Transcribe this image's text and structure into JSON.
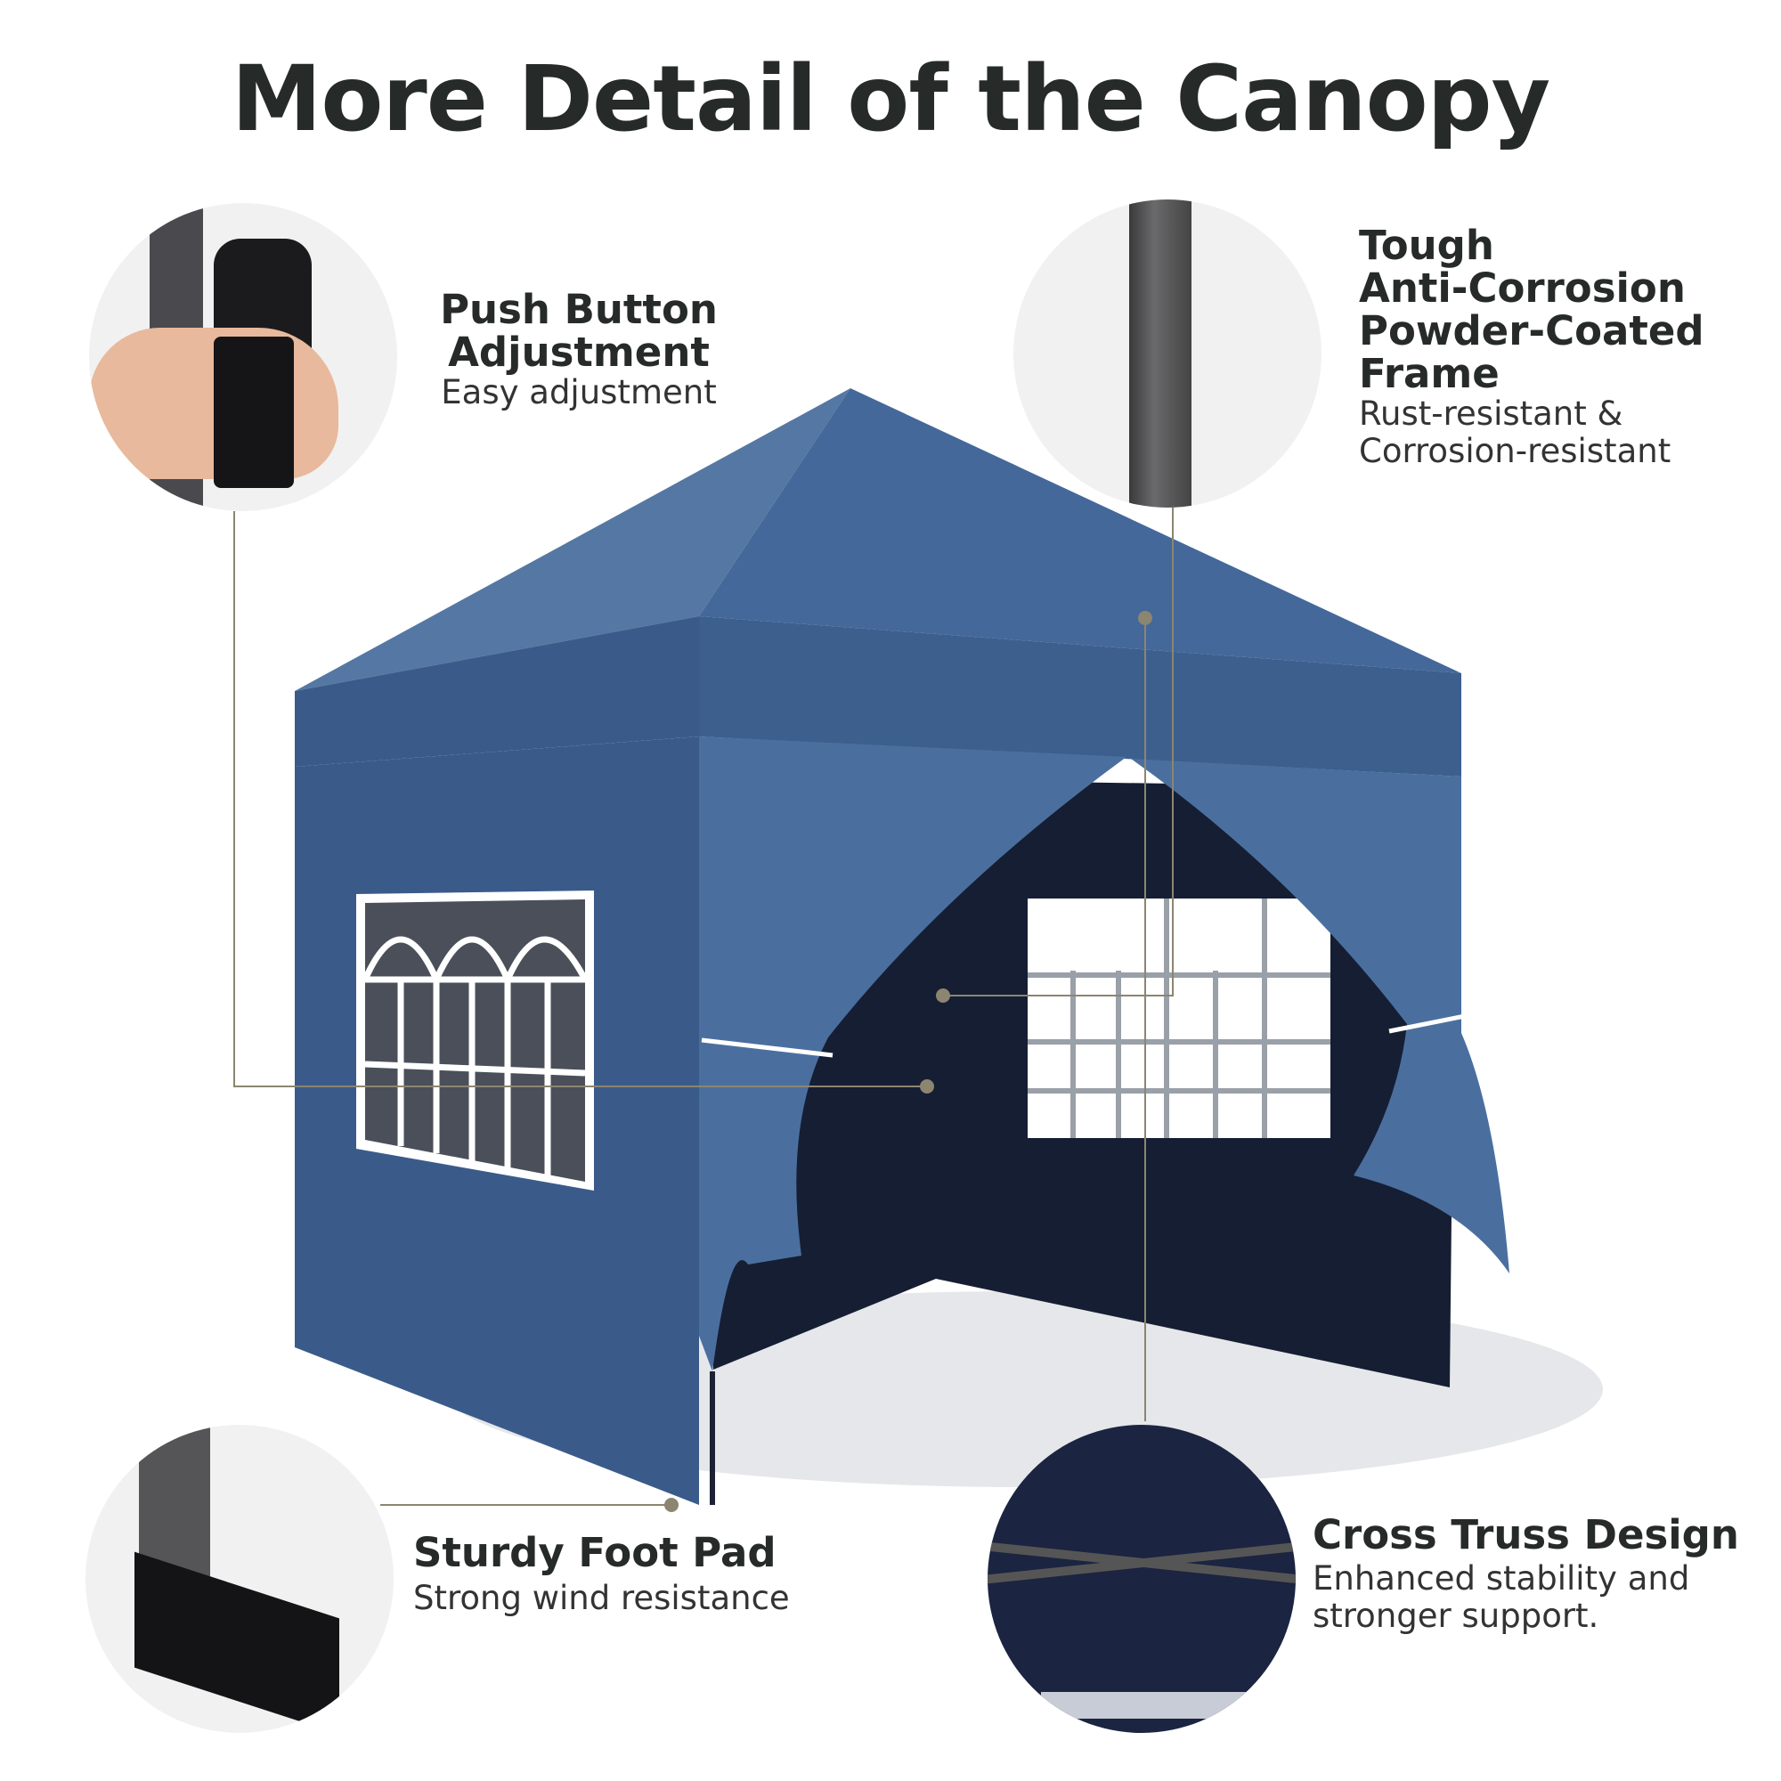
{
  "title": "More Detail of the Canopy",
  "features": {
    "push_button": {
      "heading_1": "Push Button",
      "heading_2": "Adjustment",
      "sub": "Easy adjustment"
    },
    "frame": {
      "heading_1": "Tough",
      "heading_2": "Anti-Corrosion",
      "heading_3": "Powder-Coated",
      "heading_4": "Frame",
      "sub_1": "Rust-resistant &",
      "sub_2": "Corrosion-resistant"
    },
    "foot_pad": {
      "heading": "Sturdy Foot Pad",
      "sub": "Strong wind resistance"
    },
    "truss": {
      "heading": "Cross Truss Design",
      "sub_1": "Enhanced stability and",
      "sub_2": "stronger support."
    }
  },
  "colors": {
    "canopy": "#3d5f8e",
    "interior": "#161e33",
    "leader": "#8c8570",
    "text": "#262b29"
  }
}
